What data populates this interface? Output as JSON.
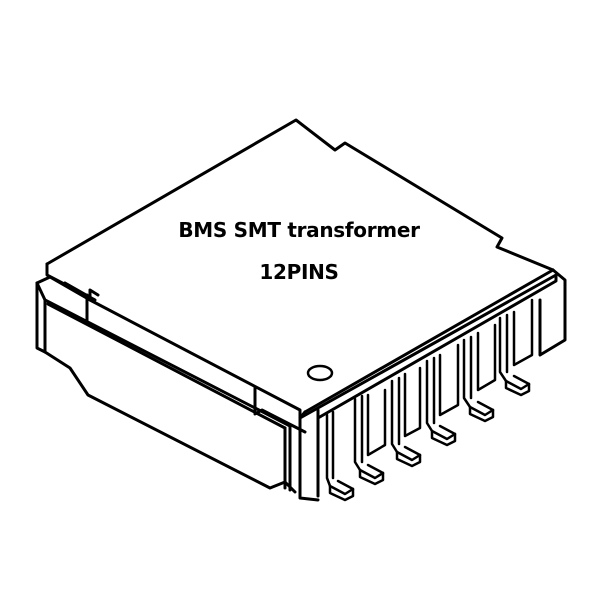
{
  "diagram": {
    "subject": "isometric line drawing of surface-mount transformer package",
    "title": "BMS SMT transformer",
    "subtitle": "12PINS",
    "visible_pin_count": 6,
    "stroke_color": "#000000",
    "background_color": "#ffffff",
    "features": [
      "top-face",
      "pin-1-marker-hole",
      "left-end-cap",
      "gull-wing-pins",
      "pin-separator-walls"
    ]
  }
}
